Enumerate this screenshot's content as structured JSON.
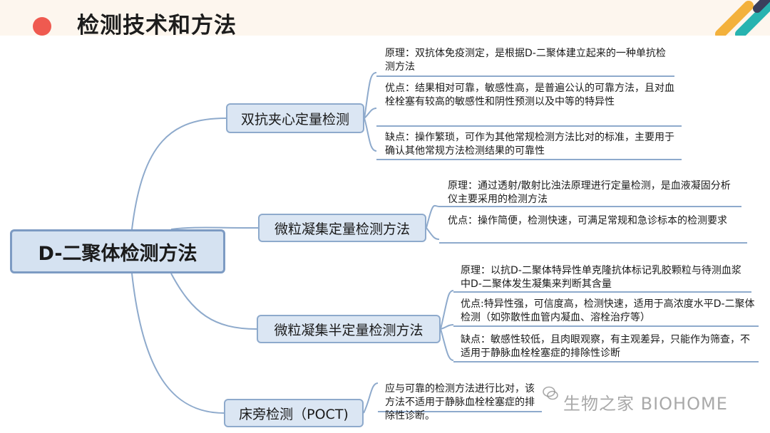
{
  "header": {
    "title": "检测技术和方法"
  },
  "mindmap": {
    "root": "D-二聚体检测方法",
    "branches": [
      {
        "label": "双抗夹心定量检测",
        "leaves": [
          "原理：双抗体免疫测定，是根据D-二聚体建立起来的一种单抗检测方法",
          "优点：结果相对可靠，敏感性高，是普遍公认的可靠方法，且对血栓栓塞有较高的敏感性和阴性预测以及中等的特异性",
          "缺点：操作繁琐，可作为其他常规检测方法比对的标准，主要用于确认其他常规方法检测结果的可靠性"
        ]
      },
      {
        "label": "微粒凝集定量检测方法",
        "leaves": [
          "原理：通过透射/散射比浊法原理进行定量检测，是血液凝固分析仪主要采用的检测方法",
          "优点：操作简便，检测快速，可满足常规和急诊标本的检测要求"
        ]
      },
      {
        "label": "微粒凝集半定量检测方法",
        "leaves": [
          "原理：以抗D-二聚体特异性单克隆抗体标记乳胶颗粒与待测血浆中D-二聚体发生凝集来判断其含量",
          "优点:特异性强，可信度高，检测快速，适用于高浓度水平D-二聚体检测（如弥散性血管内凝血、溶栓治疗等）",
          "缺点：敏感性较低，且肉眼观察，有主观差异，只能作为筛查，不适用于静脉血栓栓塞症的排除性诊断"
        ]
      },
      {
        "label": "床旁检测（POCT)",
        "leaves": [
          "应与可靠的检测方法进行比对，该方法不适用于静脉血栓栓塞症的排除性诊断。"
        ]
      }
    ]
  },
  "watermark": "生物之家 BIOHOME",
  "colors": {
    "accent_red": "#ef5a50",
    "node_fill": "#dbe6f3",
    "node_border": "#8eaacc",
    "line": "#8eaacc"
  }
}
